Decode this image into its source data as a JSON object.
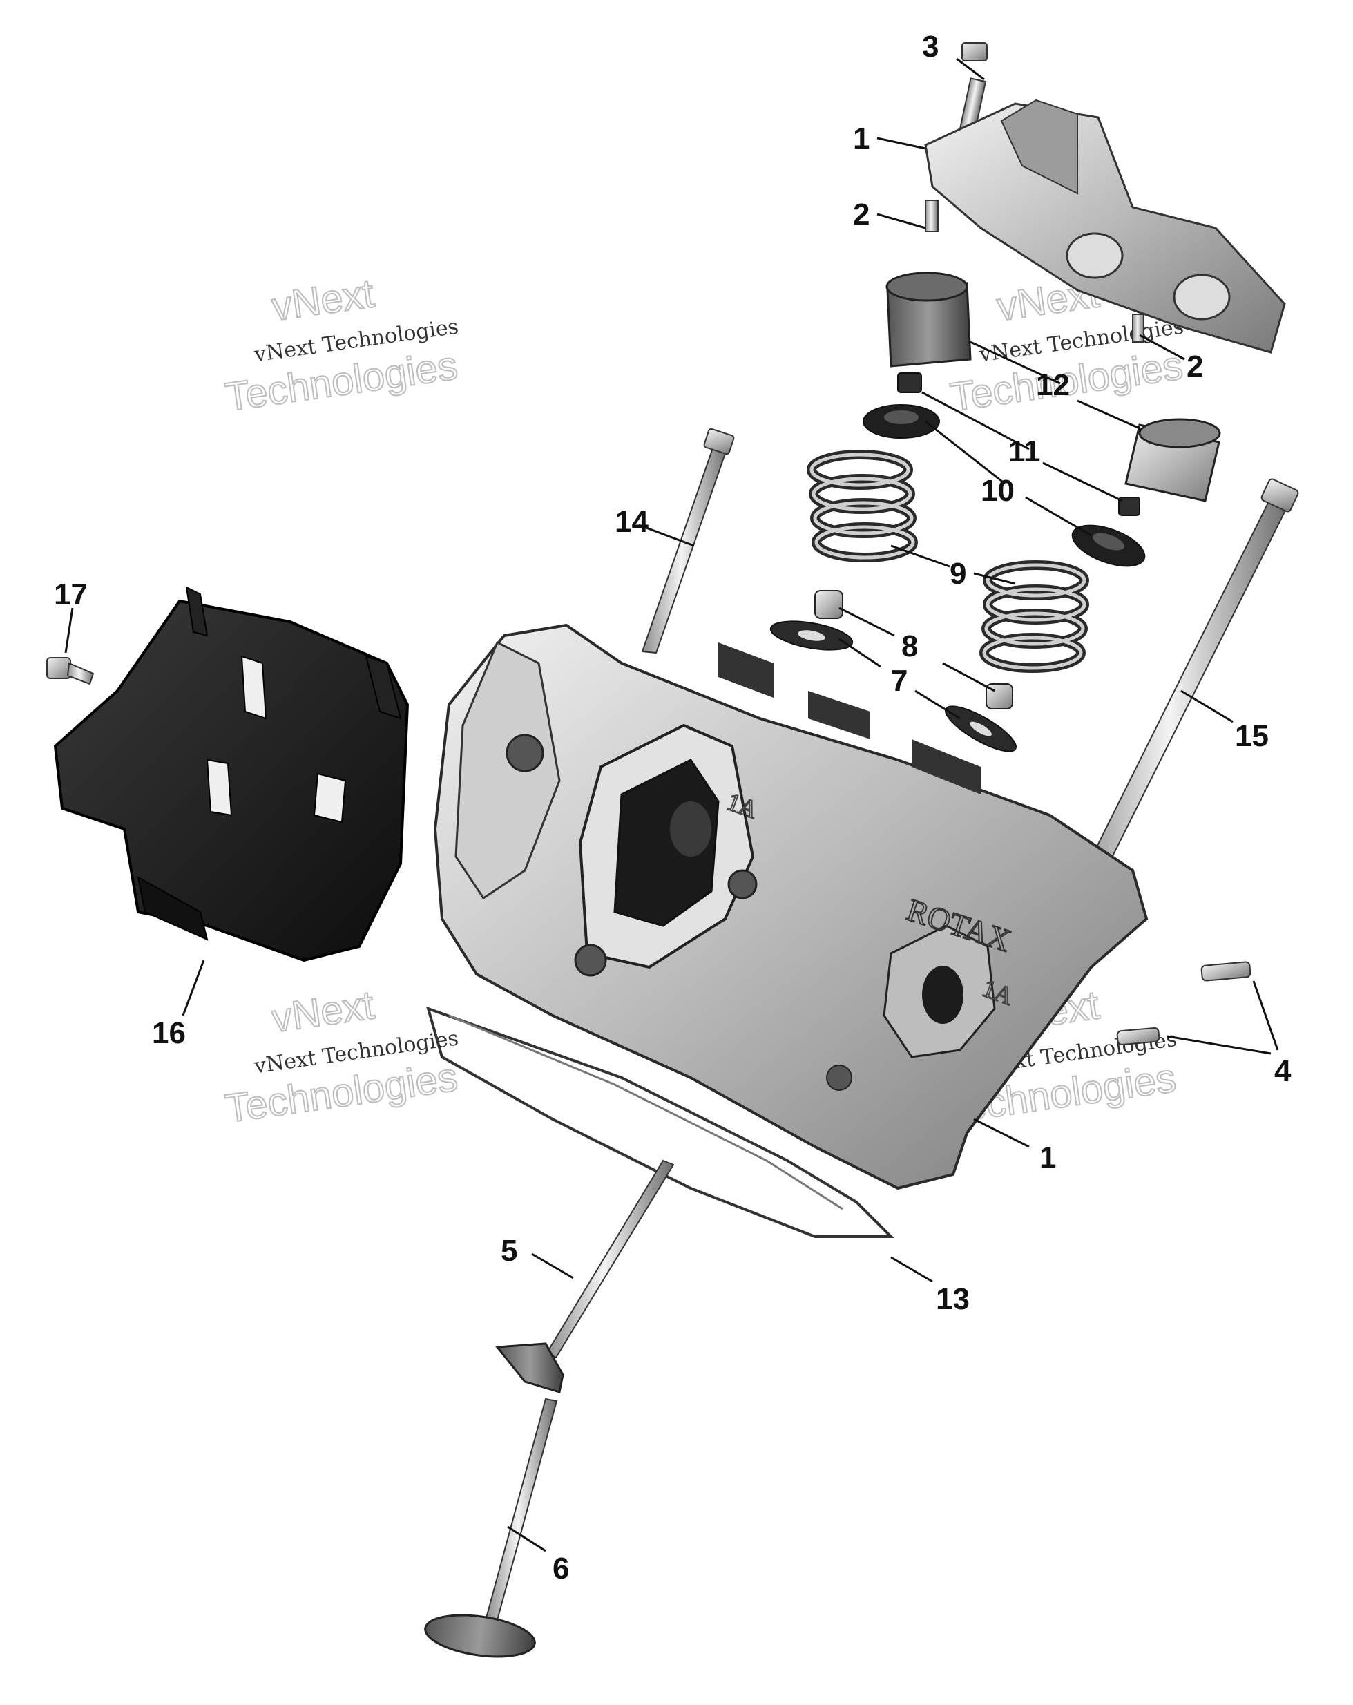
{
  "watermark": {
    "brand": "vNext",
    "line": "vNext Technologies",
    "sub": "Technologies"
  },
  "engraving": {
    "brand": "ROTAX",
    "mark": "1A"
  },
  "callouts": [
    {
      "id": "c3",
      "label": "3"
    },
    {
      "id": "c1a",
      "label": "1"
    },
    {
      "id": "c2a",
      "label": "2"
    },
    {
      "id": "c2b",
      "label": "2"
    },
    {
      "id": "c12",
      "label": "12"
    },
    {
      "id": "c11",
      "label": "11"
    },
    {
      "id": "c10",
      "label": "10"
    },
    {
      "id": "c9",
      "label": "9"
    },
    {
      "id": "c14",
      "label": "14"
    },
    {
      "id": "c8",
      "label": "8"
    },
    {
      "id": "c7",
      "label": "7"
    },
    {
      "id": "c15",
      "label": "15"
    },
    {
      "id": "c17",
      "label": "17"
    },
    {
      "id": "c16",
      "label": "16"
    },
    {
      "id": "c4",
      "label": "4"
    },
    {
      "id": "c1b",
      "label": "1"
    },
    {
      "id": "c5",
      "label": "5"
    },
    {
      "id": "c13",
      "label": "13"
    },
    {
      "id": "c6",
      "label": "6"
    }
  ]
}
